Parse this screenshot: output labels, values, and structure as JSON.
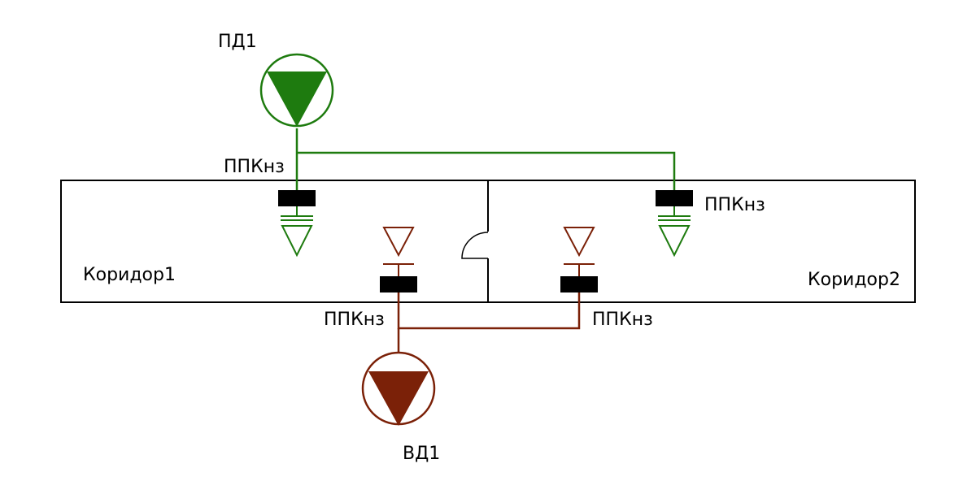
{
  "colors": {
    "supply": "#1e7b0f",
    "exhaust": "#7b2108",
    "wall": "#000000",
    "damper": "#000000",
    "background": "#ffffff"
  },
  "rooms": [
    {
      "label": "Коридор1"
    },
    {
      "label": "Коридор2"
    }
  ],
  "fans": {
    "supply": {
      "label": "ПД1",
      "icon": "supply-fan-icon"
    },
    "exhaust": {
      "label": "ВД1",
      "icon": "exhaust-fan-icon"
    }
  },
  "dampers": {
    "supply_left": {
      "label": "ППКнз"
    },
    "supply_right": {
      "label": "ППКнз"
    },
    "exhaust_left": {
      "label": "ППКнз"
    },
    "exhaust_right": {
      "label": "ППКнз"
    }
  }
}
